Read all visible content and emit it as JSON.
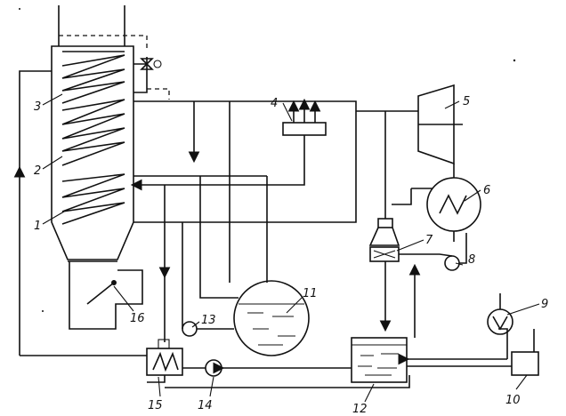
{
  "labels": {
    "n1": "1",
    "n2": "2",
    "n3": "3",
    "n4": "4",
    "n5": "5",
    "n6": "6",
    "n7": "7",
    "n8": "8",
    "n9": "9",
    "n10": "10",
    "n11": "11",
    "n12": "12",
    "n13": "13",
    "n14": "14",
    "n15": "15",
    "n16": "16"
  },
  "colors": {
    "ink": "#111111",
    "paper": "#ffffff"
  }
}
